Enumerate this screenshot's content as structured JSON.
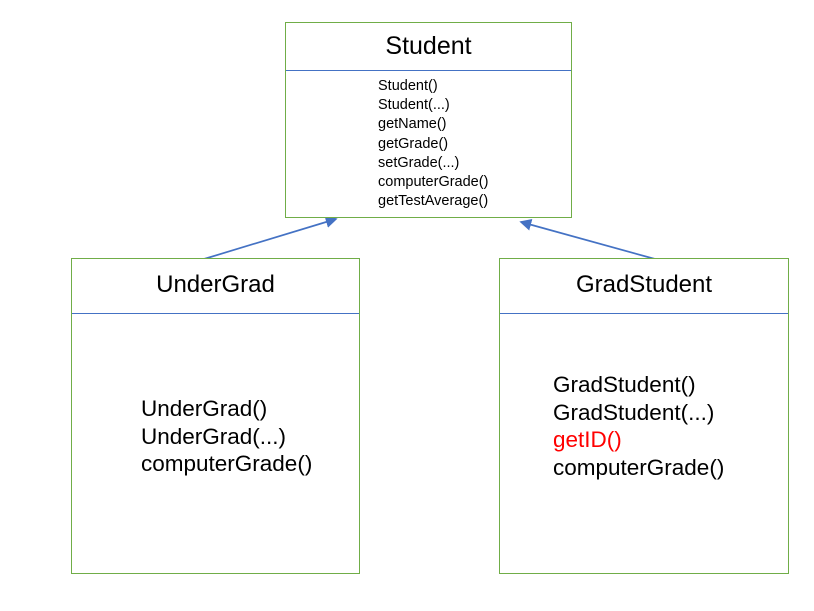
{
  "diagram": {
    "type": "uml-class-diagram",
    "colors": {
      "class_border": "#70AD47",
      "divider": "#4472C4",
      "arrow": "#4472C4",
      "text": "#000000",
      "highlight": "#FF0000",
      "background": "#FFFFFF"
    }
  },
  "classes": {
    "student": {
      "name": "Student",
      "members": [
        "Student()",
        "Student(...)",
        "getName()",
        "getGrade()",
        "setGrade(...)",
        "computerGrade()",
        "getTestAverage()"
      ]
    },
    "undergrad": {
      "name": "UnderGrad",
      "members": [
        "UnderGrad()",
        "UnderGrad(...)",
        "computerGrade()"
      ]
    },
    "gradstudent": {
      "name": "GradStudent",
      "members": [
        "GradStudent()",
        "GradStudent(...)",
        "getID()",
        "computerGrade()"
      ],
      "highlighted_member_index": 2
    }
  },
  "relationships": [
    {
      "from": "UnderGrad",
      "to": "Student",
      "kind": "inheritance"
    },
    {
      "from": "GradStudent",
      "to": "Student",
      "kind": "inheritance"
    }
  ]
}
